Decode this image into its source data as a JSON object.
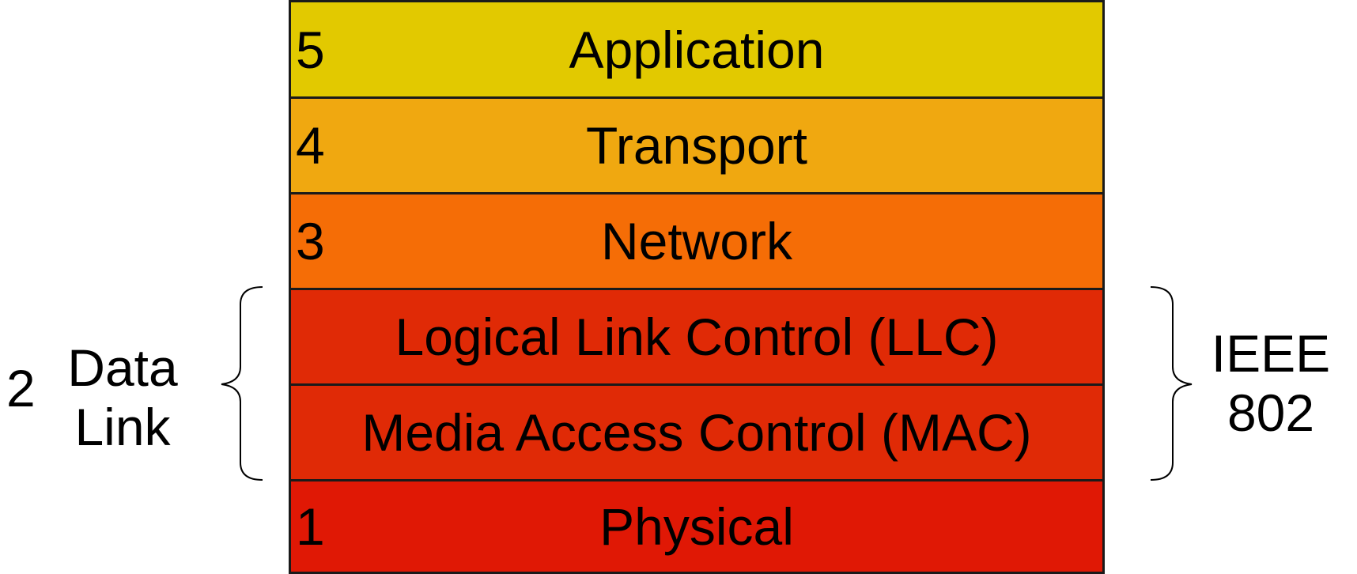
{
  "layers": [
    {
      "number": "5",
      "name": "Application",
      "color": "#e2c900"
    },
    {
      "number": "4",
      "name": "Transport",
      "color": "#f0a810"
    },
    {
      "number": "3",
      "name": "Network",
      "color": "#f56d06"
    },
    {
      "number": "",
      "name": "Logical Link Control (LLC)",
      "color": "#e02a06"
    },
    {
      "number": "",
      "name": "Media Access Control (MAC)",
      "color": "#e02a06"
    },
    {
      "number": "1",
      "name": "Physical",
      "color": "#e01805"
    }
  ],
  "left_group": {
    "number": "2",
    "line1": "Data",
    "line2": "Link"
  },
  "right_group": {
    "line1": "IEEE",
    "line2": "802"
  }
}
